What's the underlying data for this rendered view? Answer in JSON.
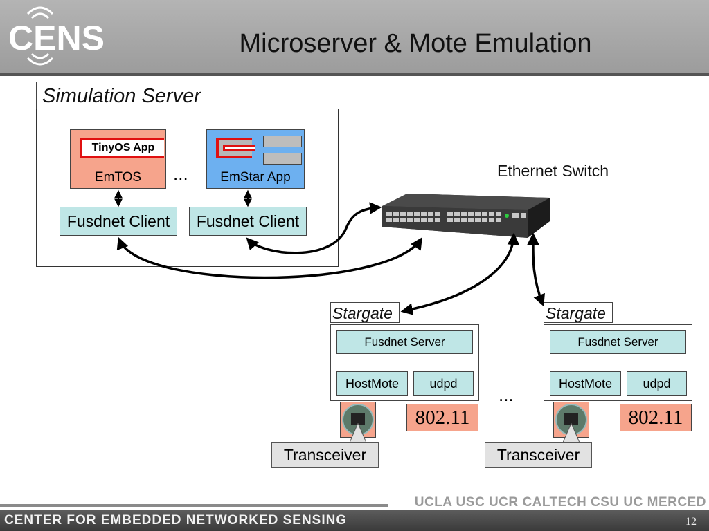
{
  "header": {
    "logo_text": "CENS",
    "title": "Microserver & Mote Emulation"
  },
  "simulation_server": {
    "label": "Simulation Server",
    "emtos": {
      "app_label": "TinyOS App",
      "label": "EmTOS"
    },
    "emstar": {
      "label": "EmStar App"
    },
    "ellipsis": "...",
    "fusdnet_client_1": "Fusdnet Client",
    "fusdnet_client_2": "Fusdnet Client"
  },
  "ethernet_switch": {
    "label": "Ethernet Switch"
  },
  "stargates": [
    {
      "label": "Stargate",
      "server": "Fusdnet Server",
      "hostmote": "HostMote",
      "udpd": "udpd",
      "radio": "802.11",
      "transceiver": "Transceiver"
    },
    {
      "label": "Stargate",
      "server": "Fusdnet Server",
      "hostmote": "HostMote",
      "udpd": "udpd",
      "radio": "802.11",
      "transceiver": "Transceiver"
    }
  ],
  "stargate_ellipsis": "...",
  "footer": {
    "org": "CENTER FOR EMBEDDED NETWORKED SENSING",
    "universities": "UCLA  USC  UCR  CALTECH  CSU  UC MERCED",
    "page_number": "12"
  },
  "colors": {
    "mote_box": "#f6a48c",
    "emstar_box": "#6db0f0",
    "fusdnet_box": "#bfe6e6",
    "tinyos_border": "#e01010"
  }
}
